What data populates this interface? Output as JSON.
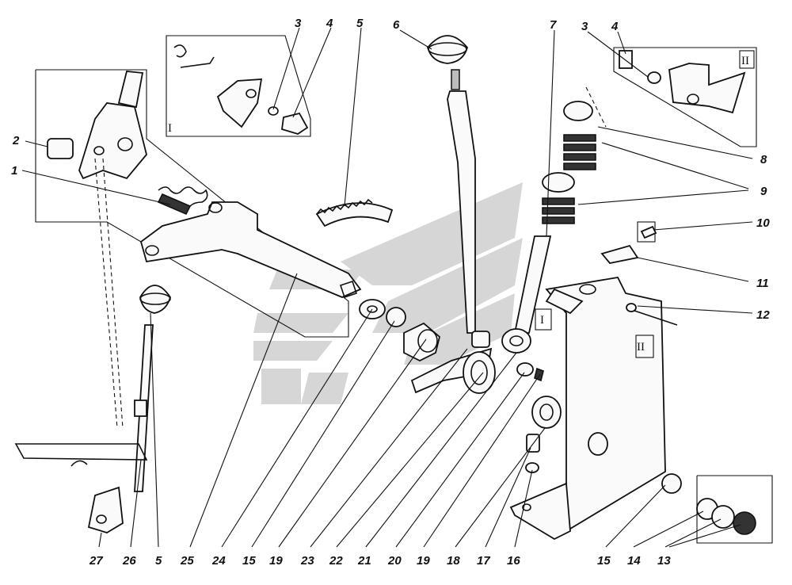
{
  "callouts": {
    "c1": "1",
    "c2": "2",
    "c3a": "3",
    "c4a": "4",
    "c5top": "5",
    "c6": "6",
    "c7": "7",
    "c3b": "3",
    "c4b": "4",
    "c8": "8",
    "c9": "9",
    "c10": "10",
    "c11": "11",
    "c12": "12",
    "b27": "27",
    "b26": "26",
    "b5": "5",
    "b25": "25",
    "b24": "24",
    "b15": "15",
    "b19a": "19",
    "b23": "23",
    "b22": "22",
    "b21": "21",
    "b20": "20",
    "b19b": "19",
    "b18": "18",
    "b17": "17",
    "b16": "16",
    "b15b": "15",
    "b14": "14",
    "b13": "13"
  },
  "view_marks": {
    "inset_left": "I",
    "inset_right": "II",
    "body_mark_I": "I",
    "body_mark_II": "II"
  },
  "colors": {
    "watermark": "#c8c8c8",
    "ink": "#111111"
  }
}
